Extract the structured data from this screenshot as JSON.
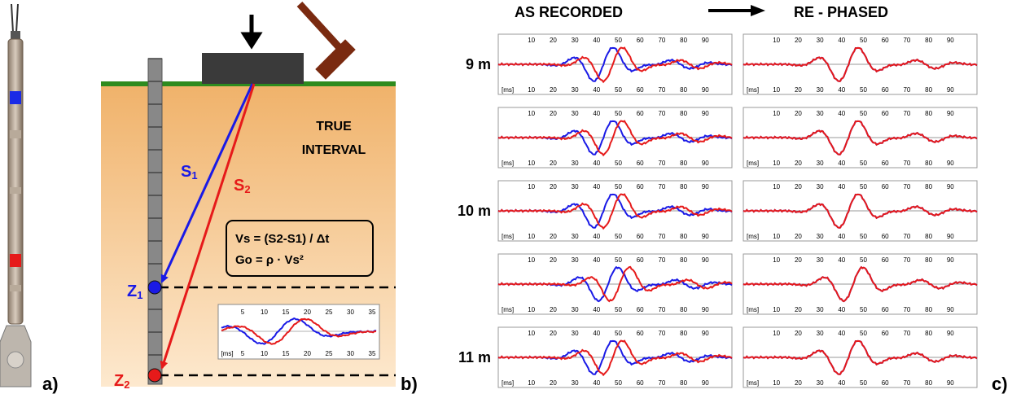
{
  "panel_labels": {
    "a": "a)",
    "b": "b)",
    "c": "c)"
  },
  "panel_b": {
    "true_interval_line1": "TRUE",
    "true_interval_line2": "INTERVAL",
    "s1": {
      "letter": "S",
      "sub": "1"
    },
    "s2": {
      "letter": "S",
      "sub": "2"
    },
    "z1": {
      "letter": "Z",
      "sub": "1"
    },
    "z2": {
      "letter": "Z",
      "sub": "2"
    },
    "formula_vs": "Vs = (S2-S1) / Δt",
    "formula_go": "Go = ρ · Vs²",
    "inset": {
      "top_ticks": [
        "5",
        "10",
        "15",
        "20",
        "25",
        "30",
        "35"
      ],
      "bottom_ticks": [
        "[ms]",
        "5",
        "10",
        "15",
        "20",
        "25",
        "30",
        "35"
      ]
    },
    "colors": {
      "ground": "#f5c48a",
      "grass": "#2e8b1e",
      "s1": "#1a1ae6",
      "s2": "#e61a1a",
      "rod": "#7a7a7a"
    }
  },
  "panel_c": {
    "header_left": "AS RECORDED",
    "header_right": "RE - PHASED",
    "depth_labels": [
      {
        "row": 0,
        "text": "9 m"
      },
      {
        "row": 2,
        "text": "10 m"
      },
      {
        "row": 4,
        "text": "11 m"
      }
    ],
    "tick_labels": [
      "10",
      "20",
      "30",
      "40",
      "50",
      "60",
      "70",
      "80",
      "90"
    ],
    "ms_label": "[ms]",
    "rows": [
      {
        "left": {
          "blue_shift": 0,
          "red_shift": 4
        },
        "right": {
          "blue_shift": 0,
          "red_shift": 0
        }
      },
      {
        "left": {
          "blue_shift": 0,
          "red_shift": 4
        },
        "right": {
          "blue_shift": 0,
          "red_shift": 0
        }
      },
      {
        "left": {
          "blue_shift": 0,
          "red_shift": 4
        },
        "right": {
          "blue_shift": 0,
          "red_shift": 0
        }
      },
      {
        "left": {
          "blue_shift": 2,
          "red_shift": 7
        },
        "right": {
          "blue_shift": 2,
          "red_shift": 2
        }
      },
      {
        "left": {
          "blue_shift": 0,
          "red_shift": 4
        },
        "right": {
          "blue_shift": 0,
          "red_shift": 0
        }
      }
    ]
  }
}
